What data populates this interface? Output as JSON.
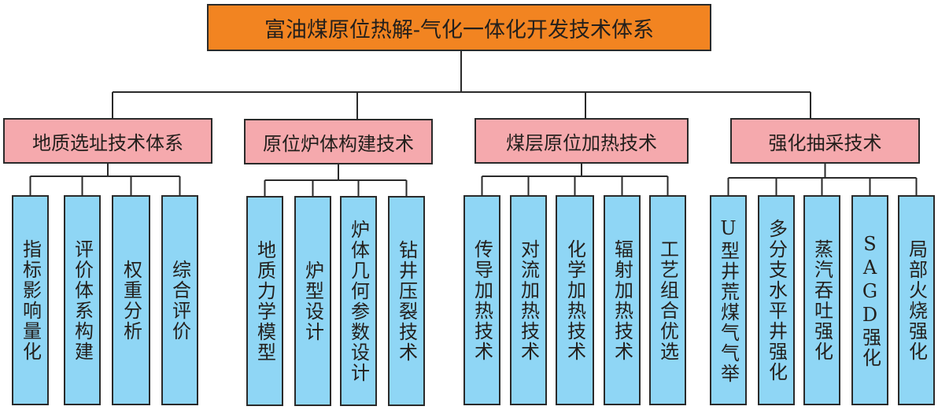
{
  "root": {
    "label": "富油煤原位热解-气化一体化开发技术体系"
  },
  "branches": [
    {
      "label": "地质选址技术体系",
      "leaves": [
        "指标影响量化",
        "评价体系构建",
        "权重分析",
        "综合评价"
      ]
    },
    {
      "label": "原位炉体构建技术",
      "leaves": [
        "地质力学模型",
        "炉型设计",
        "炉体几何参数设计",
        "钻井压裂技术"
      ]
    },
    {
      "label": "煤层原位加热技术",
      "leaves": [
        "传导加热技术",
        "对流加热技术",
        "化学加热技术",
        "辐射加热技术",
        "工艺组合优选"
      ]
    },
    {
      "label": "强化抽采技术",
      "leaves": [
        "U型井荒煤气气举",
        "多分支水平井强化",
        "蒸汽吞吐强化",
        "SAGD强化",
        "局部火烧强化"
      ]
    }
  ],
  "colors": {
    "root": "#f28421",
    "branch": "#f5a9ad",
    "leaf": "#8fd6f5",
    "line": "#2a2a2a"
  }
}
